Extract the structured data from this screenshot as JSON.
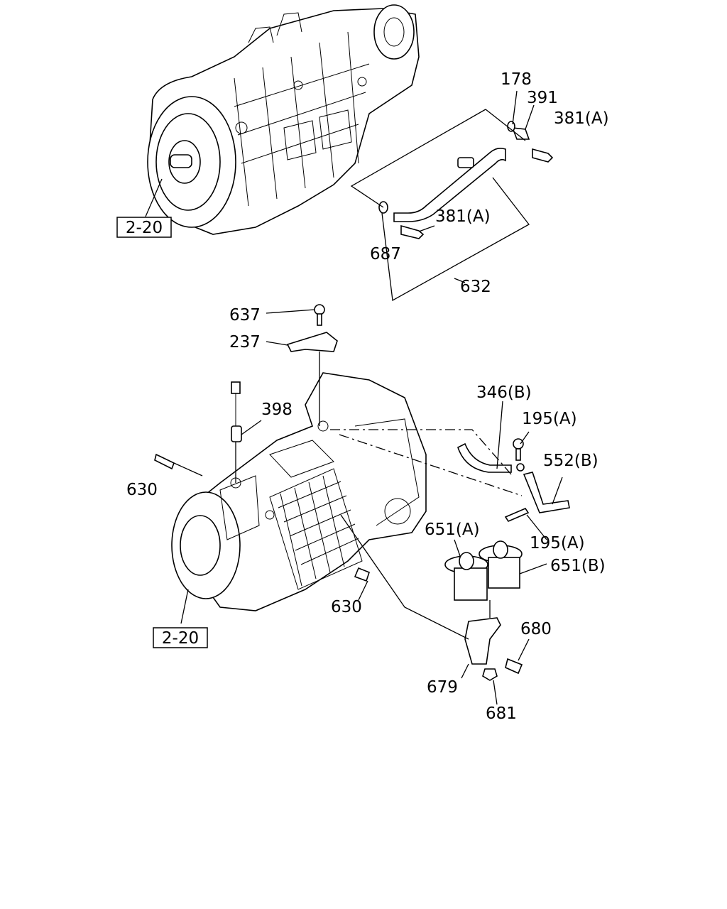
{
  "callouts": {
    "ref_top": "2-20",
    "ref_bottom": "2-20",
    "p178": "178",
    "p391": "391",
    "p381a_top": "381(A)",
    "p381a_mid": "381(A)",
    "p687": "687",
    "p632": "632",
    "p637": "637",
    "p237": "237",
    "p398": "398",
    "p346b": "346(B)",
    "p195a_top": "195(A)",
    "p552b": "552(B)",
    "p195a_bot": "195(A)",
    "p630_left": "630",
    "p630_bottom": "630",
    "p651a": "651(A)",
    "p651b": "651(B)",
    "p680": "680",
    "p679": "679",
    "p681": "681"
  }
}
